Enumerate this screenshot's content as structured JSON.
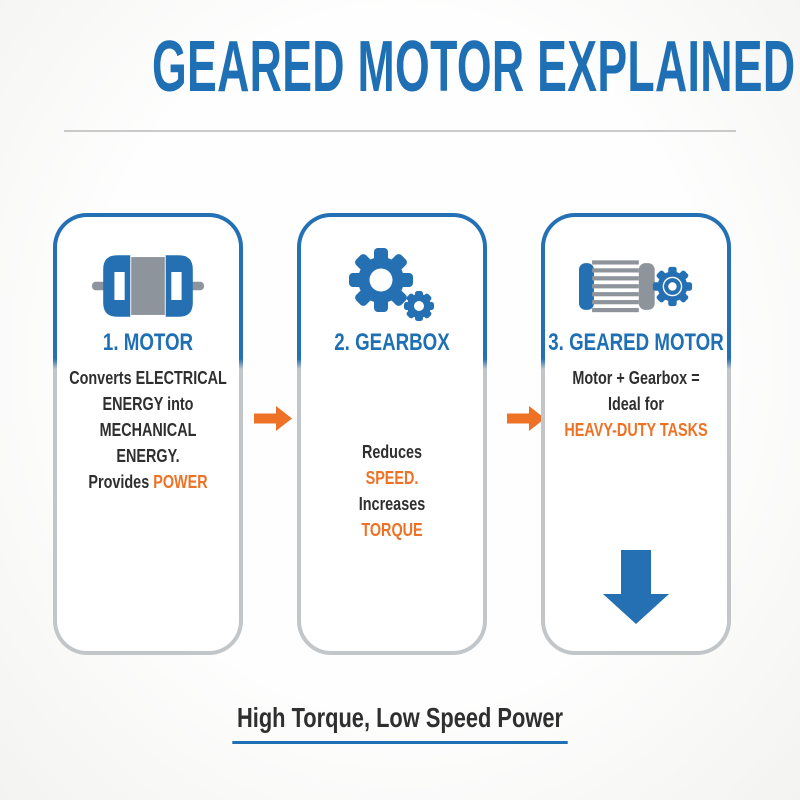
{
  "title": "GEARED MOTOR EXPLAINED",
  "colors": {
    "blue": "#1f6fb4",
    "icon_blue": "#2470b2",
    "orange": "#ed7226",
    "dark_text": "#2f2f2f",
    "icon_gray": "#8d949b",
    "border_gray": "#c3c6c8",
    "divider_gray": "#cacaca"
  },
  "cards": [
    {
      "title": "1. MOTOR",
      "icon": "motor-icon",
      "body": [
        {
          "text": "Converts ELECTRICAL\nENERGY into\nMECHANICAL\nENERGY.\nProvides ",
          "color": "dark"
        },
        {
          "text": "POWER",
          "color": "orange"
        }
      ]
    },
    {
      "title": "2. GEARBOX",
      "icon": "gears-icon",
      "body": [
        {
          "text": "Reduces\n",
          "color": "dark"
        },
        {
          "text": "SPEED.",
          "color": "orange"
        },
        {
          "text": "\nIncreases\n",
          "color": "dark"
        },
        {
          "text": "TORQUE",
          "color": "orange"
        }
      ]
    },
    {
      "title": "3. GEARED MOTOR",
      "icon": "geared-motor-icon",
      "body": [
        {
          "text": "Motor + Gearbox =\nIdeal for\n",
          "color": "dark"
        },
        {
          "text": "HEAVY-DUTY TASKS",
          "color": "orange"
        }
      ]
    }
  ],
  "connectors": {
    "between_cards": "right-arrow",
    "result": "down-arrow"
  },
  "footer": {
    "text": "High Torque, Low Speed Power"
  }
}
